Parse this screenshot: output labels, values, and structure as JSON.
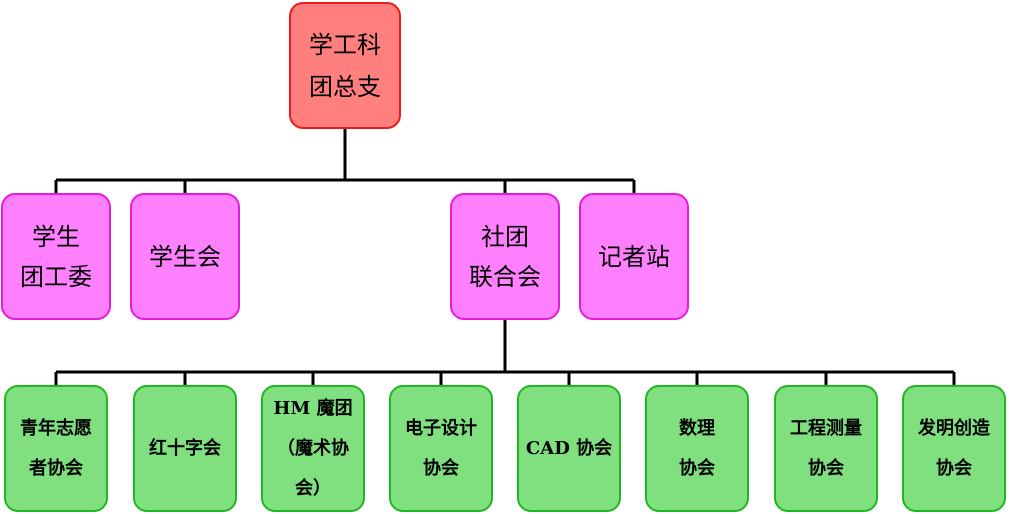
{
  "colors": {
    "root_fill": "#ff7f7f",
    "mid_fill": "#ff80ff",
    "leaf_fill": "#80e080",
    "connector": "#000000"
  },
  "org": {
    "root": {
      "lines": [
        "学工科",
        "团总支"
      ]
    },
    "level1": [
      {
        "lines": [
          "学生",
          "团工委"
        ]
      },
      {
        "lines": [
          "学生会"
        ]
      },
      {
        "lines": [
          "社团",
          "联合会"
        ]
      },
      {
        "lines": [
          "记者站"
        ]
      }
    ],
    "level2": [
      {
        "lines": [
          "青年志愿",
          "者协会"
        ]
      },
      {
        "lines": [
          "红十字会"
        ]
      },
      {
        "lines": [
          "HM 魔团",
          "（魔术协",
          "会）"
        ]
      },
      {
        "lines": [
          "电子设计",
          "协会"
        ]
      },
      {
        "lines": [
          "CAD 协会"
        ]
      },
      {
        "lines": [
          "数理",
          "协会"
        ]
      },
      {
        "lines": [
          "工程测量",
          "协会"
        ]
      },
      {
        "lines": [
          "发明创造",
          "协会"
        ]
      }
    ]
  }
}
